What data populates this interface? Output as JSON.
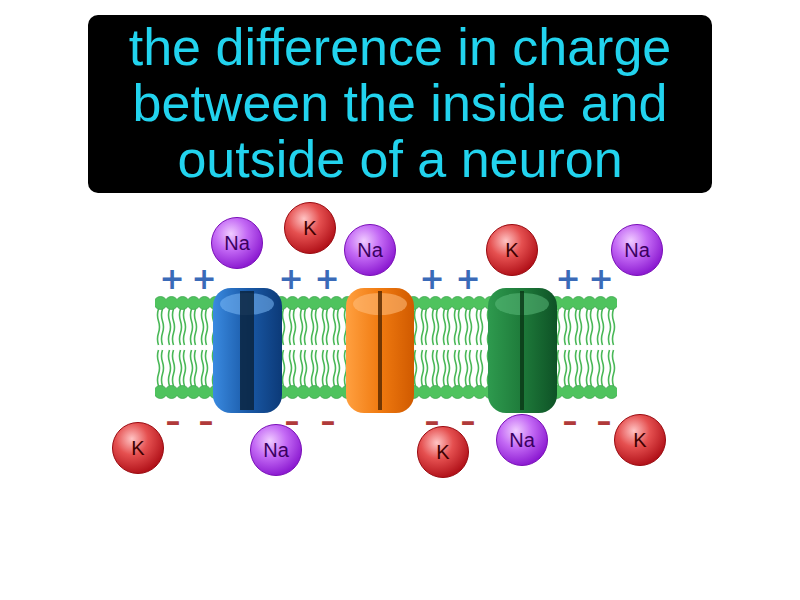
{
  "diagram": {
    "title": "the difference in charge between the inside and outside of a neuron",
    "nodes": [
      {
        "text": [
          "Na"
        ]
      },
      {
        "text": [
          "K"
        ]
      },
      {
        "text": [
          "Na"
        ]
      },
      {
        "text": [
          "K"
        ]
      },
      {
        "text": [
          "Na"
        ]
      },
      {
        "text": [
          "K"
        ]
      },
      {
        "text": [
          "Na"
        ]
      },
      {
        "text": [
          "K"
        ]
      },
      {
        "text": [
          "Na"
        ]
      },
      {
        "text": [
          "K"
        ]
      }
    ],
    "labels": [
      "+",
      "+",
      "+",
      "+",
      "+",
      "+",
      "+",
      "+",
      "–",
      "–",
      "–",
      "–",
      "–",
      "–",
      "–",
      "–"
    ]
  }
}
